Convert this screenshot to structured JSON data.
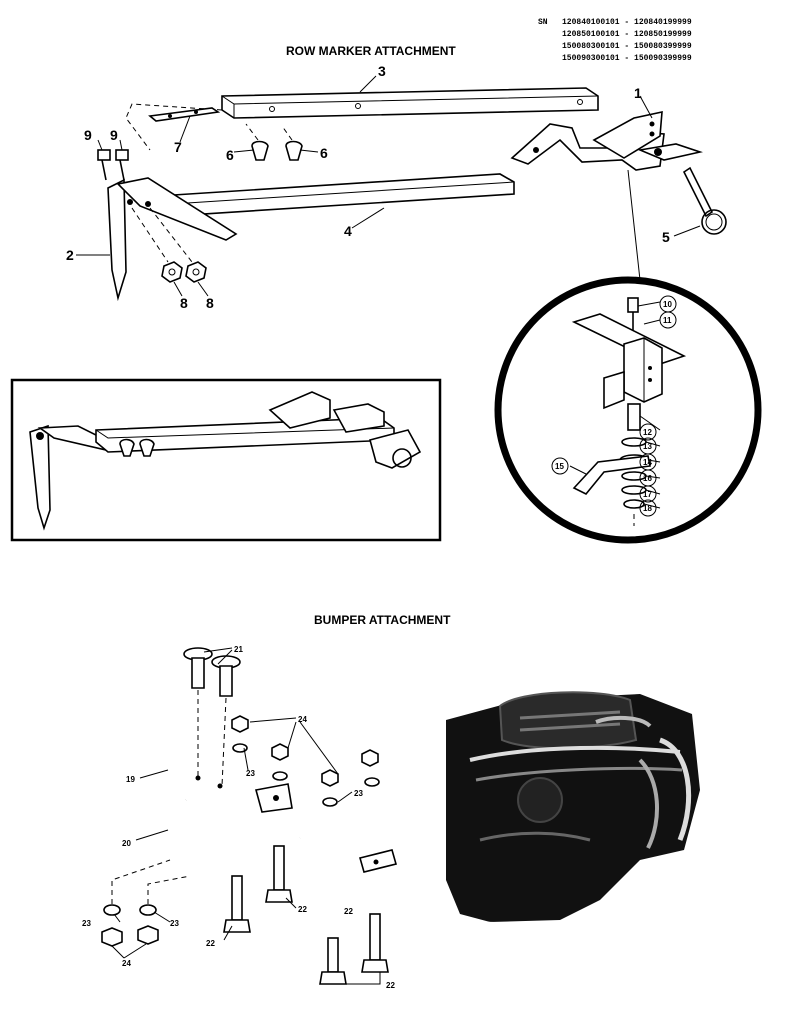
{
  "serial": {
    "prefix": "SN",
    "ranges": [
      "120840100101 - 120840199999",
      "120850100101 - 120850199999",
      "150080300101 - 150080399999",
      "150090300101 - 150090399999"
    ]
  },
  "row_marker": {
    "title": "ROW MARKER ATTACHMENT",
    "callouts": [
      "1",
      "2",
      "3",
      "4",
      "5",
      "6",
      "6",
      "7",
      "8",
      "8",
      "9",
      "9"
    ],
    "detail_callouts": [
      "10",
      "11",
      "12",
      "13",
      "14",
      "15",
      "16",
      "17",
      "18"
    ]
  },
  "bumper": {
    "title": "BUMPER ATTACHMENT",
    "callouts": [
      "19",
      "20",
      "21",
      "22",
      "22",
      "22",
      "22",
      "23",
      "23",
      "23",
      "23",
      "24",
      "24"
    ]
  }
}
